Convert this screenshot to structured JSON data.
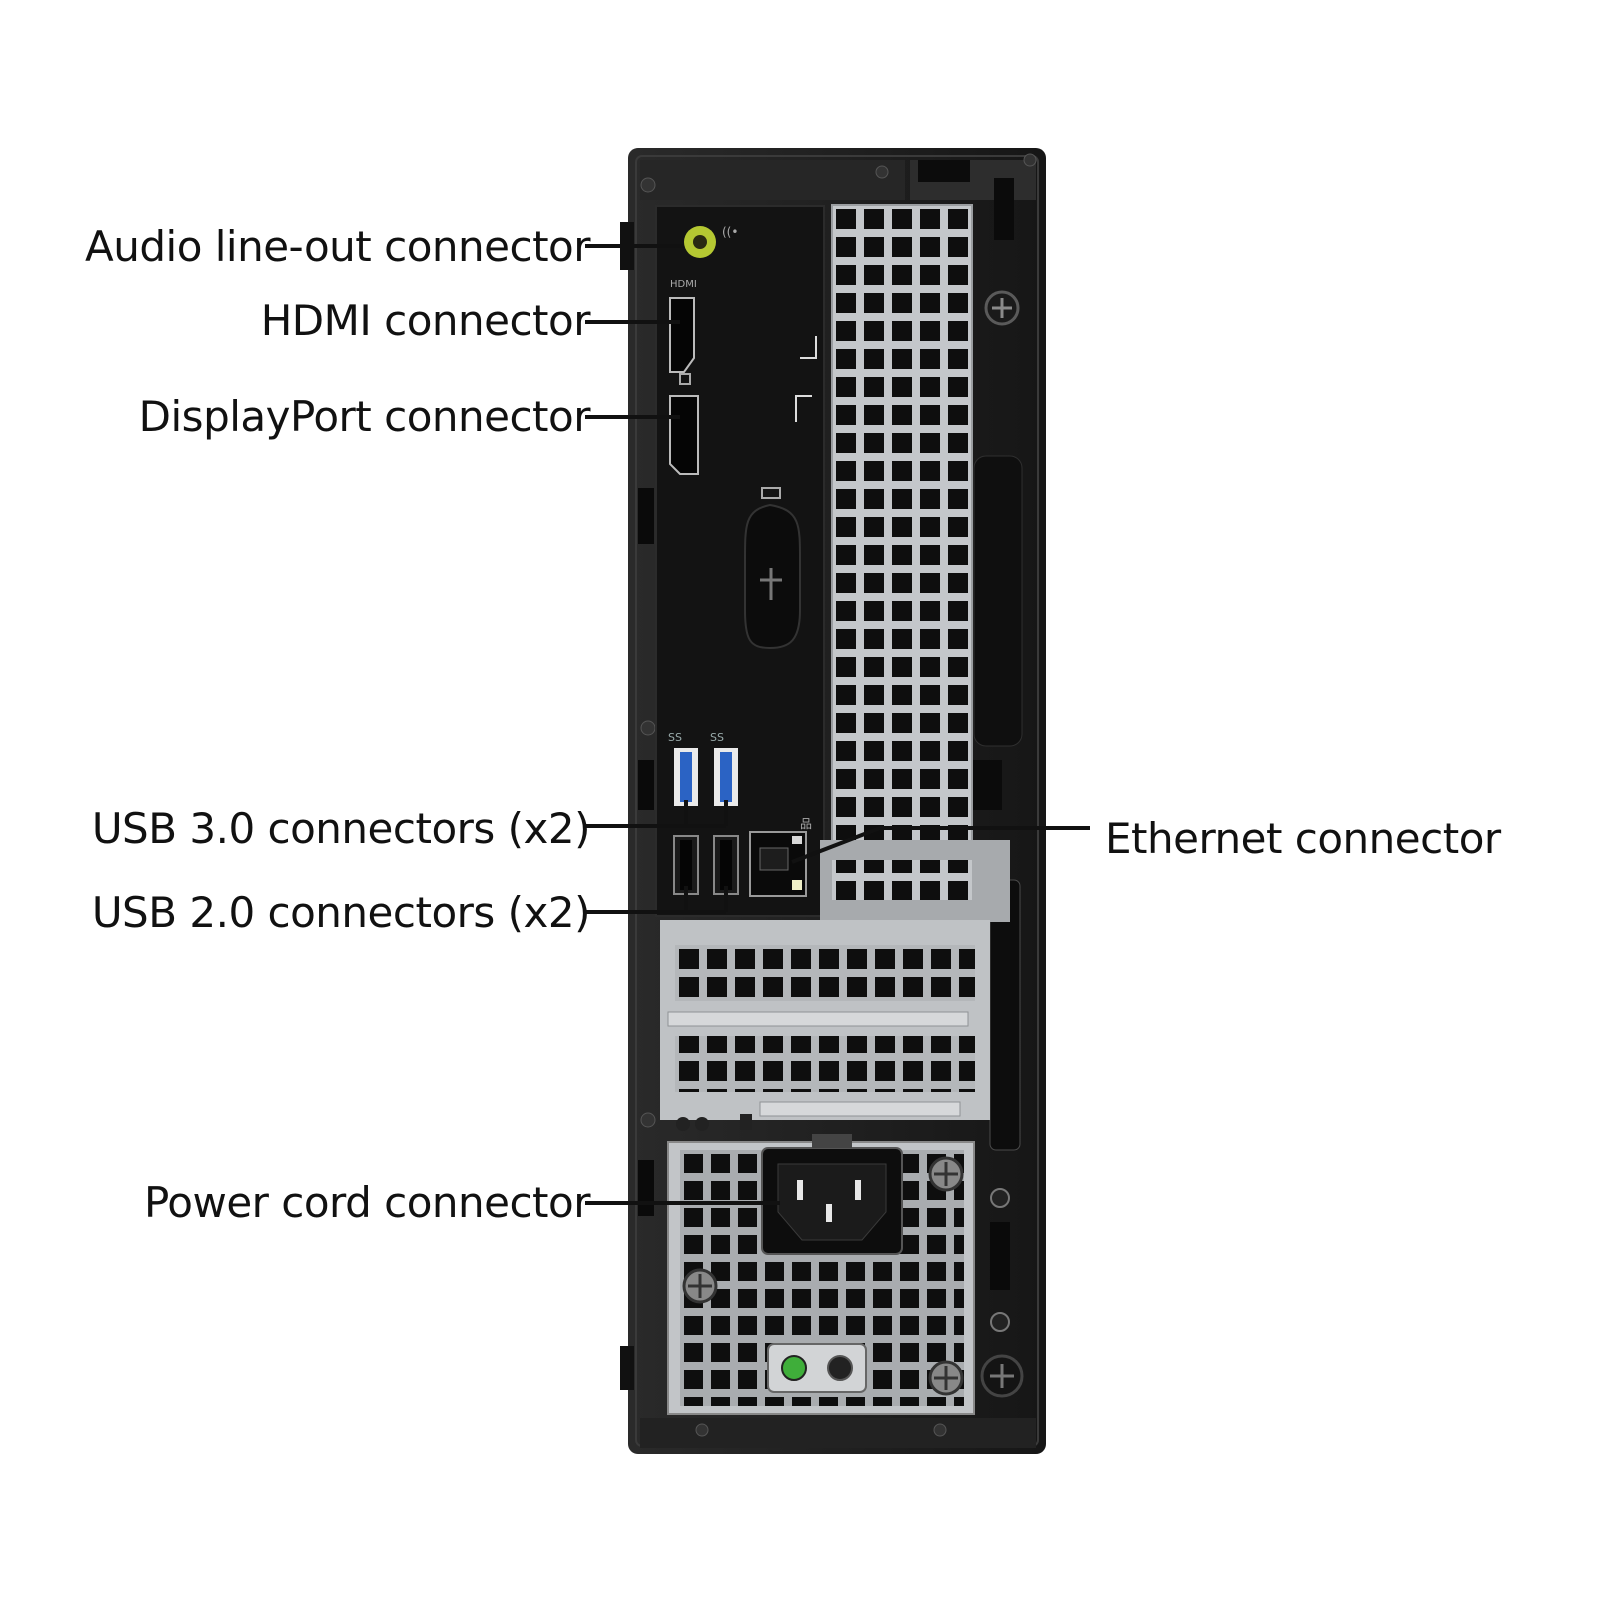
{
  "callouts": {
    "audio": "Audio line-out connector",
    "hdmi": "HDMI connector",
    "displayport": "DisplayPort connector",
    "usb3": "USB 3.0 connectors (x2)",
    "usb2": "USB 2.0 connectors (x2)",
    "ethernet": "Ethernet connector",
    "power": "Power cord connector"
  },
  "port_marks": {
    "hdmi": "HDMI",
    "usb_ss": "SS"
  },
  "colors": {
    "chassis": "#1c1c1c",
    "io_panel": "#141414",
    "grille_metal": "#b9bcbf",
    "audio_jack": "#b5c832",
    "usb3_blue": "#2b63c4",
    "led_green": "#3fae3a",
    "leader_line": "#111111"
  }
}
